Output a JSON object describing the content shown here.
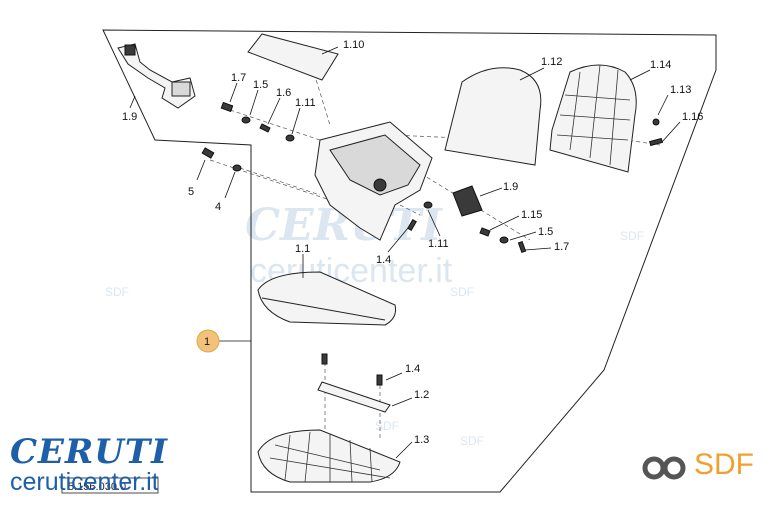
{
  "diagram": {
    "main_callout": "1",
    "callouts": {
      "c1_10": "1.10",
      "c1_9a": "1.9",
      "c1_7a": "1.7",
      "c1_5a": "1.5",
      "c1_6": "1.6",
      "c1_11a": "1.11",
      "c1_12": "1.12",
      "c1_14": "1.14",
      "c1_13": "1.13",
      "c1_16": "1.16",
      "c5": "5",
      "c4": "4",
      "c1_9b": "1.9",
      "c1_15": "1.15",
      "c1_11b": "1.11",
      "c1_5b": "1.5",
      "c1_7b": "1.7",
      "c1_4a": "1.4",
      "c1_1": "1.1",
      "c1_4b": "1.4",
      "c1_2": "1.2",
      "c1_3": "1.3"
    },
    "watermark_text": "ceruticenter.it",
    "watermark_brand": "CERUTI",
    "watermark_sdf": "SDF",
    "drawing_code": "5.156.030.0"
  },
  "branding": {
    "ceruti": "CERUTI",
    "url": "ceruticenter.it",
    "sdf": "SDF",
    "colors": {
      "ceruti_blue": "#1d5fa8",
      "sdf_orange": "#f0a030",
      "callout_badge": "#f2c27a"
    }
  }
}
